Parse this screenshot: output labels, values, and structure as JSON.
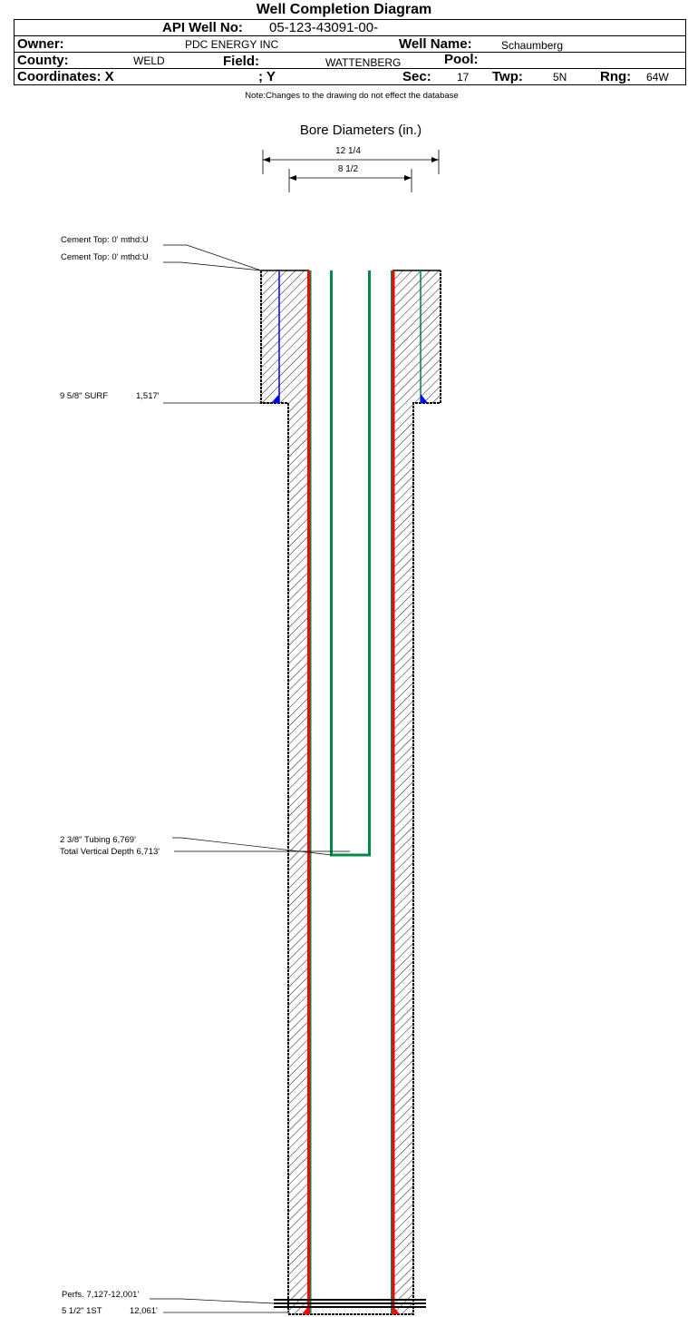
{
  "title": "Well Completion Diagram",
  "header": {
    "api_label": "API Well No:",
    "api_value": "05-123-43091-00-",
    "owner_label": "Owner:",
    "owner_value": "PDC ENERGY INC",
    "well_name_label": "Well Name:",
    "well_name_value": "Schaumberg",
    "county_label": "County:",
    "county_value": "WELD",
    "field_label": "Field:",
    "field_value": "WATTENBERG",
    "pool_label": "Pool:",
    "coords_label": "Coordinates: X",
    "y_label": "; Y",
    "sec_label": "Sec:",
    "sec_value": "17",
    "twp_label": "Twp:",
    "twp_value": "5N",
    "rng_label": "Rng:",
    "rng_value": "64W"
  },
  "note": "Note:Changes to the drawing do not effect the database",
  "diagram": {
    "bore_title": "Bore Diameters (in.)",
    "bore_sizes": [
      "12 1/4",
      "8 1/2"
    ],
    "labels": {
      "cement_top_1": "Cement Top: 0' mthd:U",
      "cement_top_2": "Cement Top: 0' mthd:U",
      "surface_casing_name": "9 5/8\" SURF",
      "surface_casing_depth": "1,517'",
      "tubing": "2 3/8\" Tubing 6,769'",
      "tvd": "Total Vertical Depth 6,713'",
      "perfs": "Perfs. 7,127-12,001'",
      "prod_casing_name": "5 1/2\" 1ST",
      "prod_casing_depth": "12,061'"
    },
    "colors": {
      "surface_casing": "#0000ff",
      "surface_casing_right": "#007a5e",
      "production_casing": "#ff0000",
      "tubing": "#008a4a"
    }
  }
}
